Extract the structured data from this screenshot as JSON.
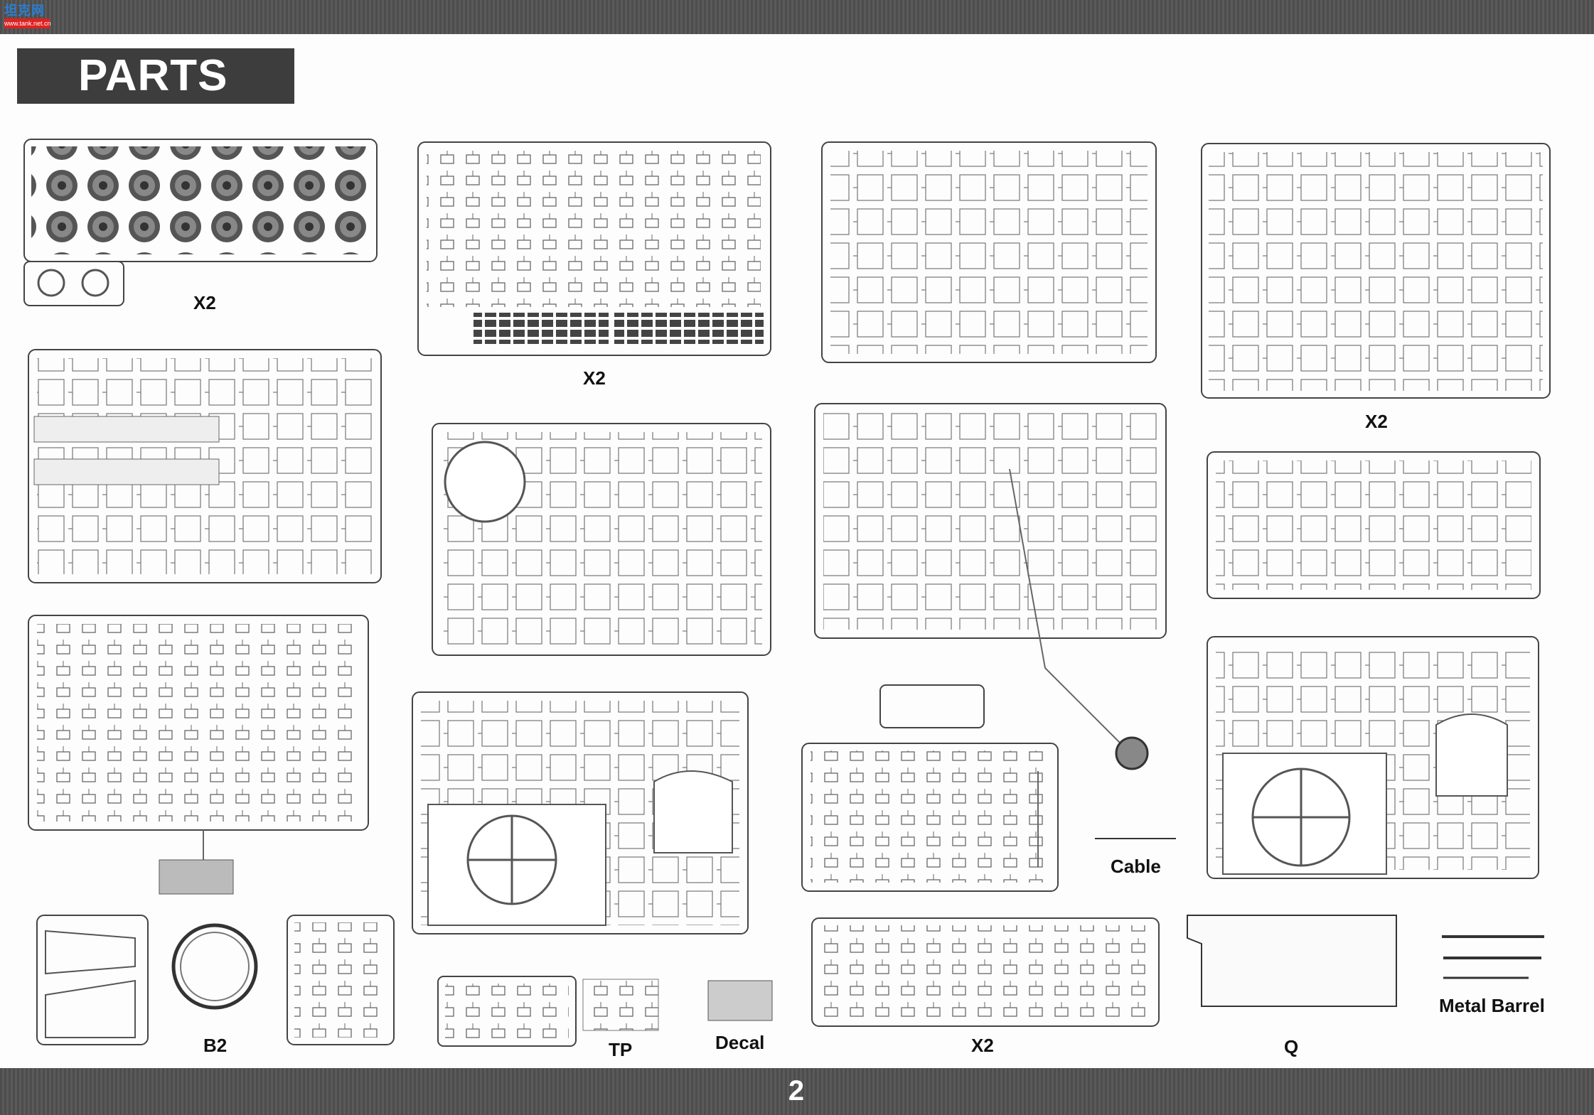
{
  "watermark": {
    "mark": "坦克网",
    "url": "www.tank.net.cn"
  },
  "header": {
    "title": "PARTS"
  },
  "footer": {
    "page_number": "2"
  },
  "labels": {
    "c_x2": "X2",
    "d_x2": "X2",
    "g_x2": "X2",
    "f_x2": "X2",
    "b2": "B2",
    "tp": "TP",
    "decal": "Decal",
    "cable": "Cable",
    "q": "Q",
    "metal_barrel": "Metal Barrel"
  }
}
